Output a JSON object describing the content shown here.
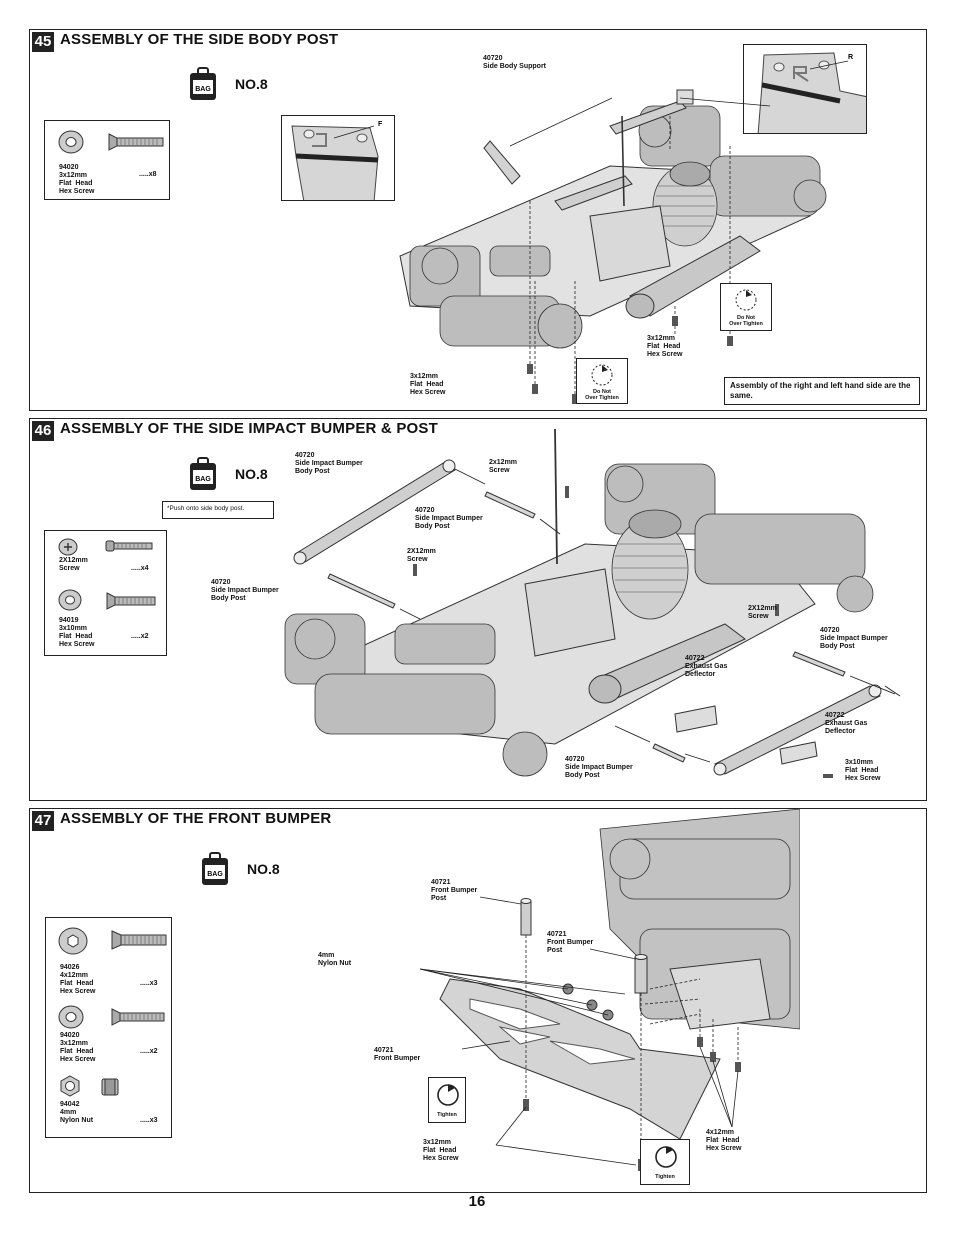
{
  "page_number": "16",
  "steps": [
    {
      "number": "45",
      "title": "ASSEMBLY OF THE SIDE BODY POST",
      "bag_icon_text": "BAG",
      "bag_label": "NO.8",
      "parts": [
        {
          "code": "94020",
          "lines": "94020\n3x12mm\nFlat  Head\nHex Screw",
          "qty": ".....x8"
        }
      ],
      "callouts": {
        "support": "40720\nSide Body Support",
        "screw_right": "3x12mm\nFlat  Head\nHex Screw",
        "screw_left": "3x12mm\nFlat  Head\nHex Screw",
        "inset_left_letter": "F",
        "inset_right_letter": "R"
      },
      "warning": "Do Not\nOver Tighten",
      "note": "Assembly of the right and left hand side are the same."
    },
    {
      "number": "46",
      "title": "ASSEMBLY OF THE SIDE IMPACT BUMPER & POST",
      "bag_icon_text": "BAG",
      "bag_label": "NO.8",
      "push_note": "*Push onto side body post.",
      "parts": [
        {
          "lines": "2X12mm\nScrew",
          "qty": ".....x4"
        },
        {
          "lines": "94019\n3x10mm\nFlat  Head\nHex Screw",
          "qty": ".....x2"
        }
      ],
      "callouts": {
        "bumper_top": "40720\nSide Impact Bumper\nBody Post",
        "screw_top": "2x12mm\nScrew",
        "post_mid": "40720\nSide Impact Bumper\nBody Post",
        "screw_mid": "2X12mm\nScrew",
        "post_left": "40720\nSide Impact Bumper\nBody Post",
        "screw_right": "2X12mm\nScrew",
        "post_right": "40720\nSide Impact Bumper\nBody Post",
        "deflector_1": "40722\nExhaust Gas\nDeflector",
        "deflector_2": "40722\nExhaust Gas\nDeflector",
        "post_bottom": "40720\nSide Impact Bumper\nBody Post",
        "screw_bottom": "3x10mm\nFlat  Head\nHex Screw"
      }
    },
    {
      "number": "47",
      "title": "ASSEMBLY OF THE FRONT BUMPER",
      "bag_icon_text": "BAG",
      "bag_label": "NO.8",
      "parts": [
        {
          "lines": "94026\n4x12mm\nFlat  Head\nHex Screw",
          "qty": ".....x3"
        },
        {
          "lines": "94020\n3x12mm\nFlat  Head\nHex Screw",
          "qty": ".....x2"
        },
        {
          "lines": "94042\n4mm\nNylon Nut",
          "qty": ".....x3"
        }
      ],
      "callouts": {
        "post_1": "40721\nFront Bumper\nPost",
        "post_2": "40721\nFront Bumper\nPost",
        "nut": "4mm\nNylon Nut",
        "bumper": "40721\nFront Bumper",
        "screw_left": "3x12mm\nFlat  Head\nHex Screw",
        "screw_right": "4x12mm\nFlat  Head\nHex Screw"
      },
      "tighten": "Tighten"
    }
  ]
}
